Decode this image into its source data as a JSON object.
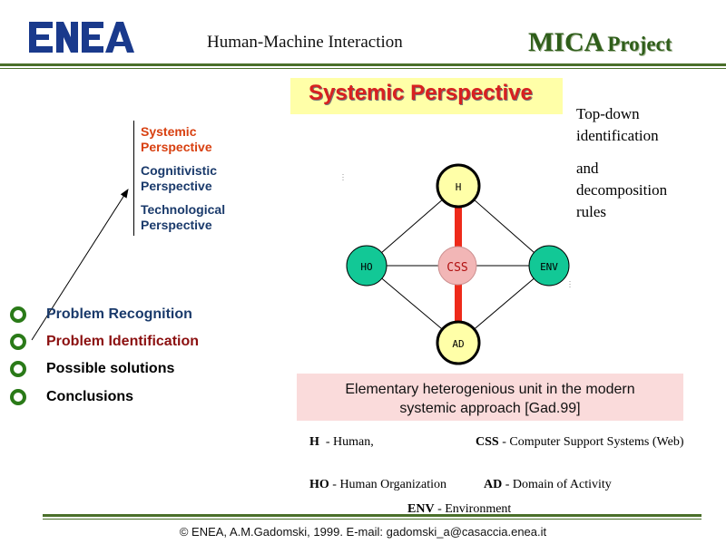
{
  "header": {
    "title": "Human-Machine Interaction",
    "brand_main": "MICA",
    "brand_sub": "Project",
    "logo_text": "ENEA"
  },
  "slide": {
    "title": "Systemic Perspective",
    "side_text_1_line_1": "Top-down",
    "side_text_1_line_2": "identification",
    "side_text_2_line_1": "and",
    "side_text_2_line_2": "decomposition",
    "side_text_2_line_3": "rules"
  },
  "perspectives": [
    {
      "line1": "Systemic",
      "line2": "Perspective"
    },
    {
      "line1": "Cognitivistic",
      "line2": "Perspective"
    },
    {
      "line1": "Technological",
      "line2": "Perspective"
    }
  ],
  "bullets": [
    {
      "label": "Problem Recognition",
      "color": "#1a3a6b"
    },
    {
      "label": "Problem Identification",
      "color": "#8b1010"
    },
    {
      "label": "Possible solutions",
      "color": "#000000"
    },
    {
      "label": "Conclusions",
      "color": "#000000"
    }
  ],
  "diagram": {
    "nodes": {
      "h": "H",
      "ho": "HO",
      "css": "CSS",
      "env": "ENV",
      "ad": "AD"
    }
  },
  "info_box": {
    "line1": "Elementary heterogenious unit in the modern",
    "line2": "systemic approach [Gad.99]"
  },
  "legend": {
    "h_key": "H",
    "h_val": "- Human,",
    "css_key": "CSS",
    "css_val": "- Computer Support Systems (Web)",
    "ho_key": "HO",
    "ho_val": "- Human Organization",
    "ad_key": "AD",
    "ad_val": "- Domain of Activity",
    "env_key": "ENV",
    "env_val": "- Environment"
  },
  "footer": {
    "text": "© ENEA, A.M.Gadomski, 1999. E-mail: gadomski_a@casaccia.enea.it"
  },
  "colors": {
    "accent_green": "#4a6f2a",
    "title_red": "#d82020",
    "node_teal": "#12c896",
    "node_yellow": "#ffffa8",
    "css_pink": "#f2b6b6"
  }
}
